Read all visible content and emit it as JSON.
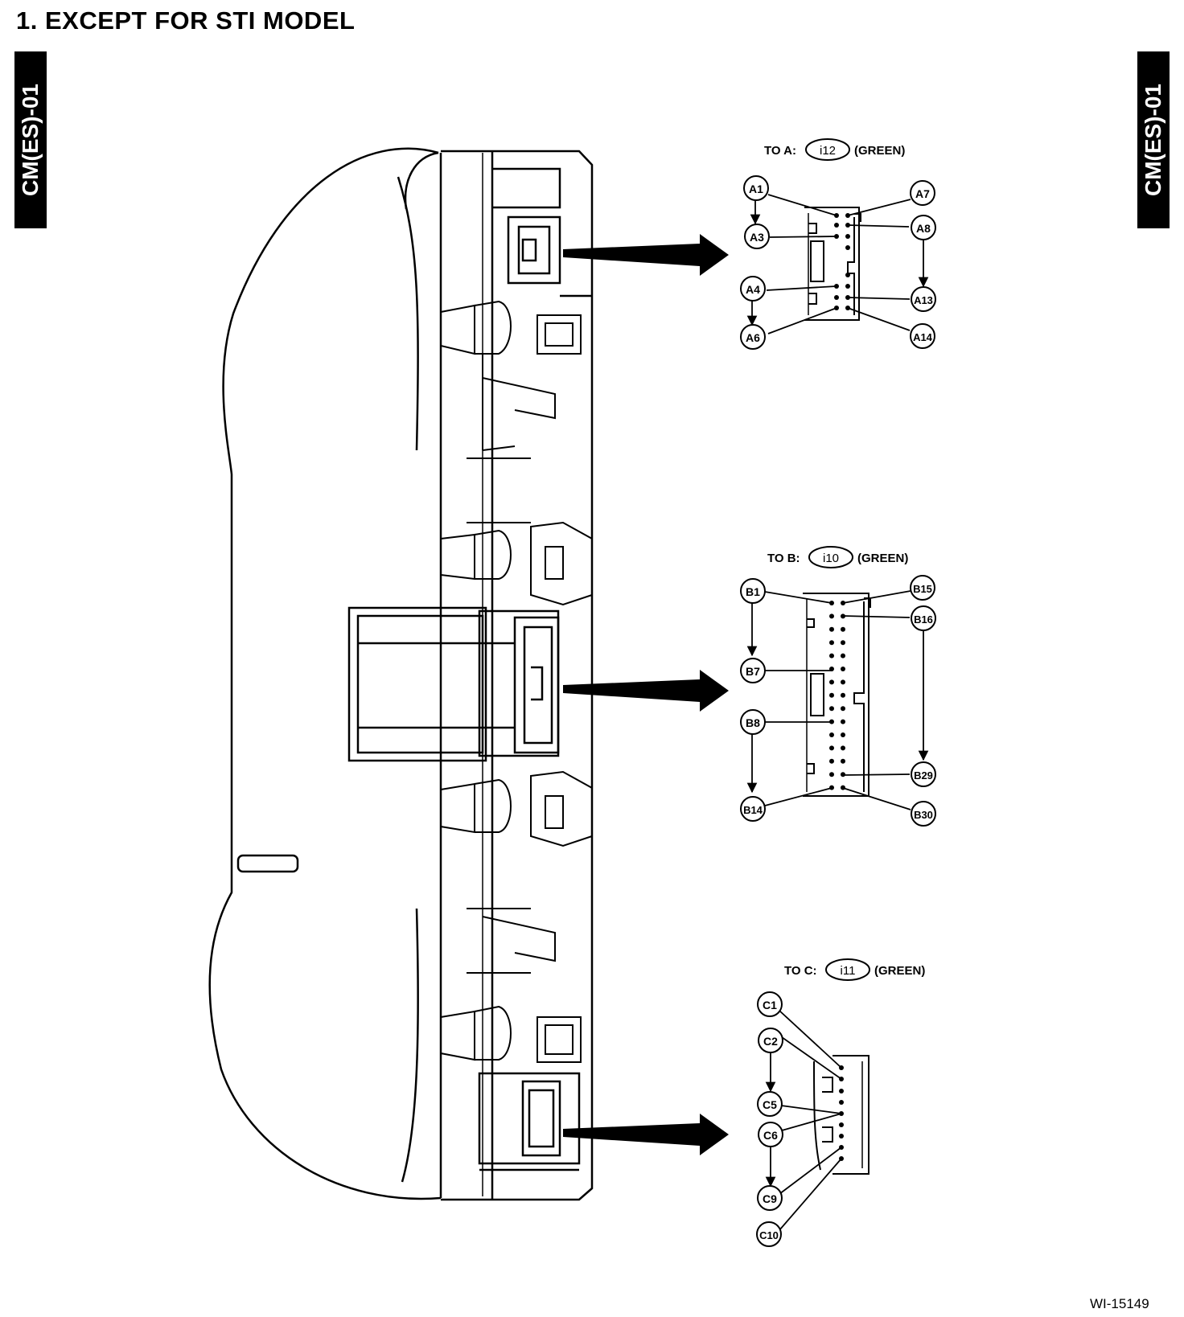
{
  "title": "1.  EXCEPT FOR STI MODEL",
  "side_tab_left": "CM(ES)-01",
  "side_tab_right": "CM(ES)-01",
  "figure_id": "WI-15149",
  "connectors": [
    {
      "prefix": "TO A:",
      "code": "i12",
      "color": "(GREEN)",
      "pins": [
        "A1",
        "A3",
        "A4",
        "A6",
        "A7",
        "A8",
        "A13",
        "A14"
      ]
    },
    {
      "prefix": "TO B:",
      "code": "i10",
      "color": "(GREEN)",
      "pins": [
        "B1",
        "B7",
        "B8",
        "B14",
        "B15",
        "B16",
        "B29",
        "B30"
      ]
    },
    {
      "prefix": "TO C:",
      "code": "i11",
      "color": "(GREEN)",
      "pins": [
        "C1",
        "C2",
        "C5",
        "C6",
        "C9",
        "C10"
      ]
    }
  ]
}
